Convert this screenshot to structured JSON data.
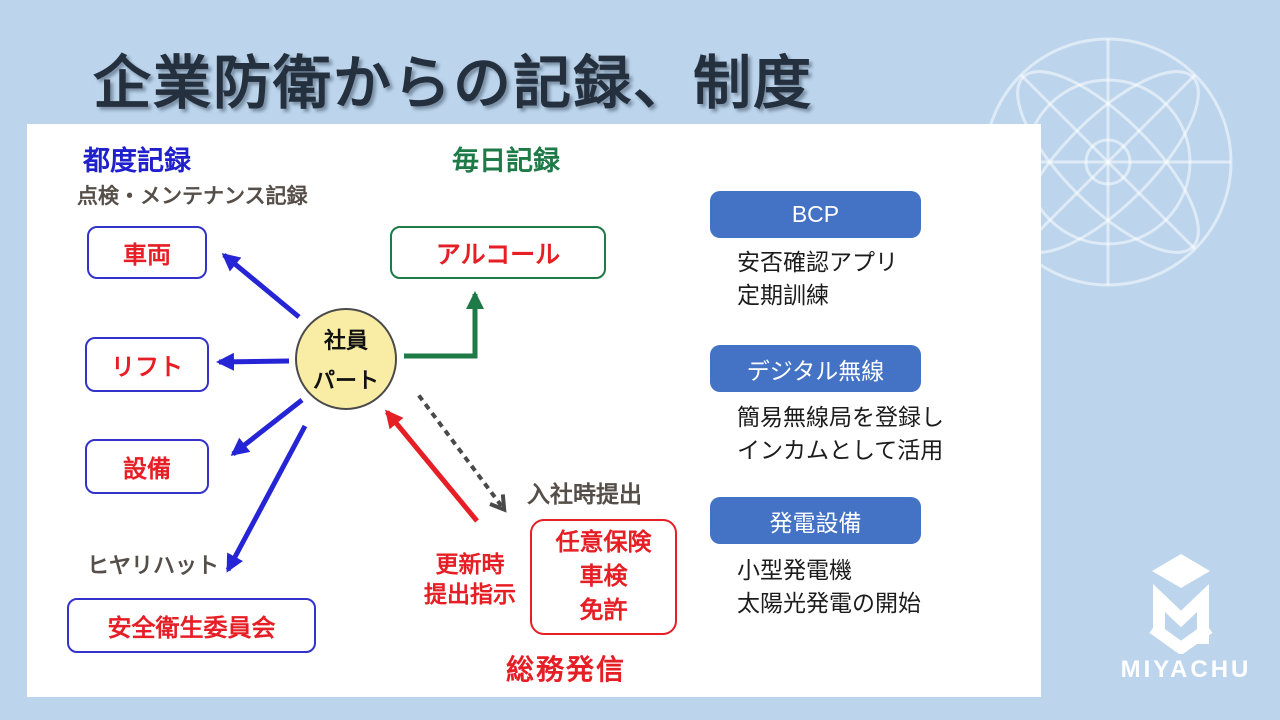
{
  "title": "企業防衛からの記録、制度",
  "diagram": {
    "header_occasional": "都度記録",
    "header_daily": "毎日記録",
    "label_maintenance": "点検・メンテナンス記録",
    "label_hiyarihatto": "ヒヤリハット",
    "label_onboarding": "入社時提出",
    "label_renewal": "更新時\n提出指示",
    "label_soumu": "総務発信",
    "node_vehicle": "車両",
    "node_lift": "リフト",
    "node_equipment": "設備",
    "node_safety_committee": "安全衛生委員会",
    "node_alcohol": "アルコール",
    "node_documents": "任意保険\n車検\n免許",
    "actor_line1": "社員",
    "actor_line2": "パート"
  },
  "right_panel": {
    "items": [
      {
        "label": "BCP",
        "desc": [
          "安否確認アプリ",
          "定期訓練"
        ]
      },
      {
        "label": "デジタル無線",
        "desc": [
          "簡易無線局を登録し",
          "インカムとして活用"
        ]
      },
      {
        "label": "発電設備",
        "desc": [
          "小型発電機",
          "太陽光発電の開始"
        ]
      }
    ]
  },
  "brand": {
    "name": "MIYACHU"
  },
  "colors": {
    "background": "#BCD5EC",
    "panel": "#FFFFFF",
    "button_blue": "#4472C4",
    "arrow_blue": "#2525D6",
    "green": "#1E7A46",
    "red": "#E61E25",
    "label_gray": "#564F49",
    "title": "#25303E"
  }
}
